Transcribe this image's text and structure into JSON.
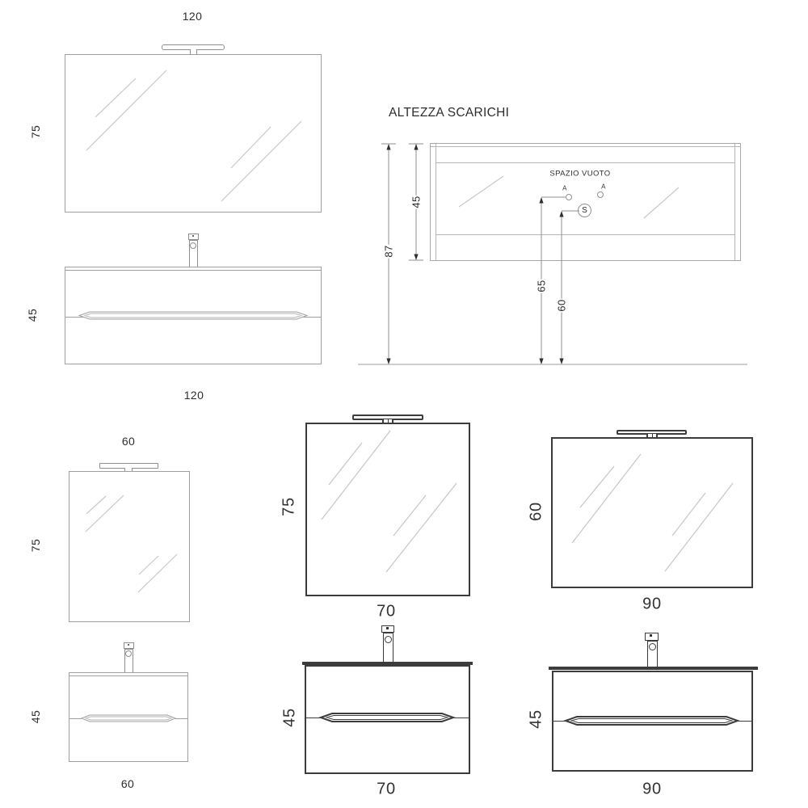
{
  "colors": {
    "line_light": "#9f9f9f",
    "line_dark": "#3c3c3c",
    "reflection": "#c8c8c8",
    "text": "#2d2d2d",
    "floor_line": "#bdbdbd"
  },
  "top_left_set": {
    "mirror_width": "120",
    "mirror_height": "75",
    "vanity_height": "45"
  },
  "drain_diagram": {
    "title": "ALTEZZA SCARICHI",
    "empty_space": "SPAZIO VUOTO",
    "hole_a_label": "A",
    "hole_s_label": "S",
    "dim_floor_to_cabinet_top": "87",
    "dim_cabinet_height": "45",
    "dim_drain_a_height": "65",
    "dim_drain_s_height": "60"
  },
  "bottom_left_set": {
    "set_width": "120",
    "mirror_width": "60",
    "mirror_height": "75",
    "vanity_height": "45",
    "vanity_width": "60"
  },
  "bottom_middle_set": {
    "mirror_width": "70",
    "mirror_height": "75",
    "vanity_height": "45",
    "vanity_width": "70"
  },
  "bottom_right_set": {
    "mirror_width": "90",
    "mirror_height": "60",
    "vanity_height": "45",
    "vanity_width": "90"
  }
}
